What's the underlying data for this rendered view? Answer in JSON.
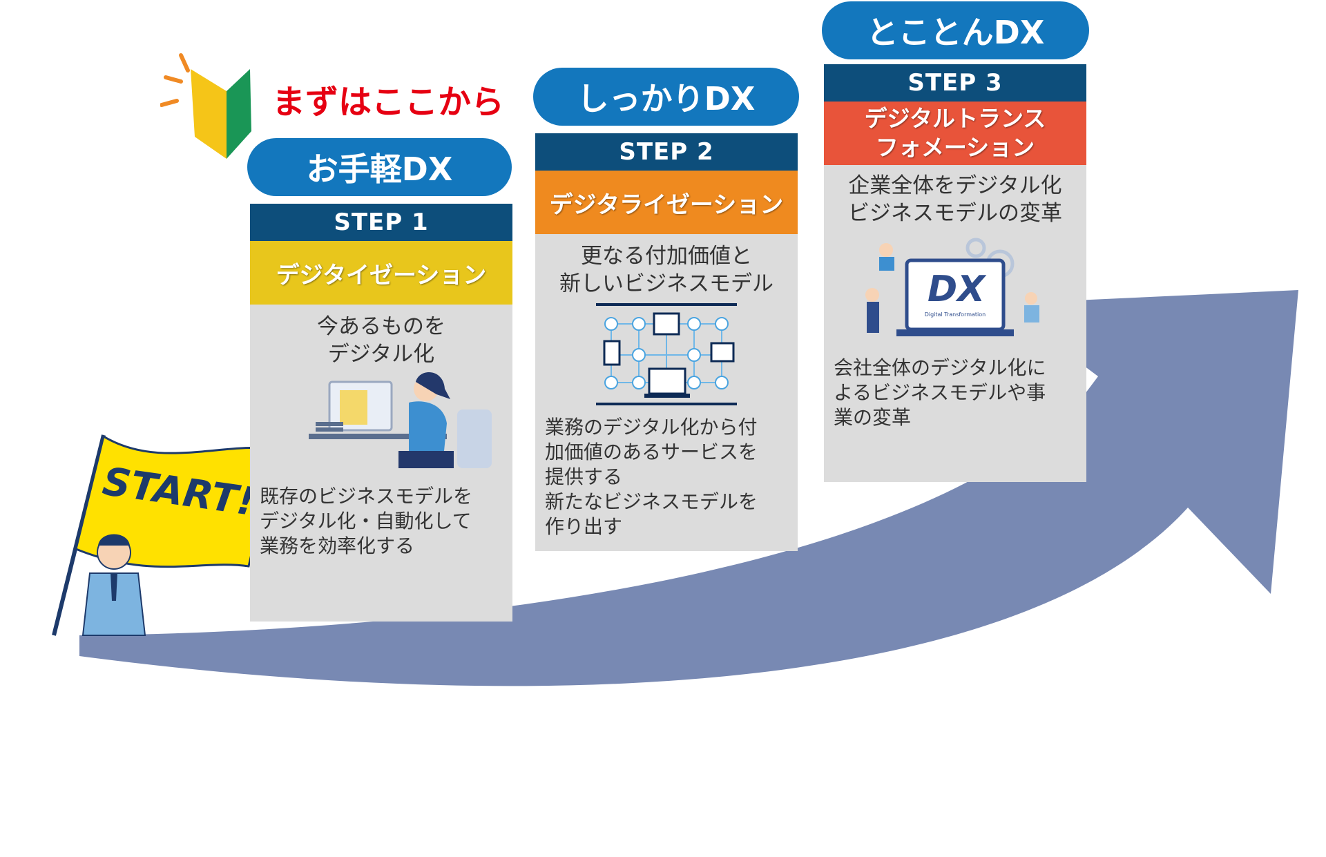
{
  "beginner_label": "まずはここから",
  "start_flag": "START!",
  "steps": [
    {
      "tier": "お手軽DX",
      "step": "STEP  1",
      "phase": "デジタイゼーション",
      "phase_color": "#e8c61c",
      "lead": "今あるものを\nデジタル化",
      "desc": "既存のビジネスモデルを\nデジタル化・自動化して\n業務を効率化する",
      "illustration": "office-worker-at-computer"
    },
    {
      "tier": "しっかりDX",
      "step": "STEP  2",
      "phase": "デジタライゼーション",
      "phase_color": "#ef8a1f",
      "lead": "更なる付加価値と\n新しいビジネスモデル",
      "desc": "業務のデジタル化から付\n加価値のあるサービスを\n提供する\n新たなビジネスモデルを\n作り出す",
      "illustration": "network-of-devices"
    },
    {
      "tier": "とことんDX",
      "step": "STEP  3",
      "phase": "デジタルトランス\nフォメーション",
      "phase_color": "#e8543a",
      "lead": "企業全体をデジタル化\nビジネスモデルの変革",
      "desc": "会社全体のデジタル化に\nよるビジネスモデルや事\n業の変革",
      "illustration": "dx-laptop",
      "illustration_text": "DX",
      "illustration_subtext": "Digital Transformation"
    }
  ],
  "colors": {
    "pill": "#1377bd",
    "step_bar": "#0d4e7b",
    "card_bg": "#dcdcdc",
    "arrow": "#7889b3",
    "beginner_text": "#e60012",
    "flag": "#ffe100"
  }
}
